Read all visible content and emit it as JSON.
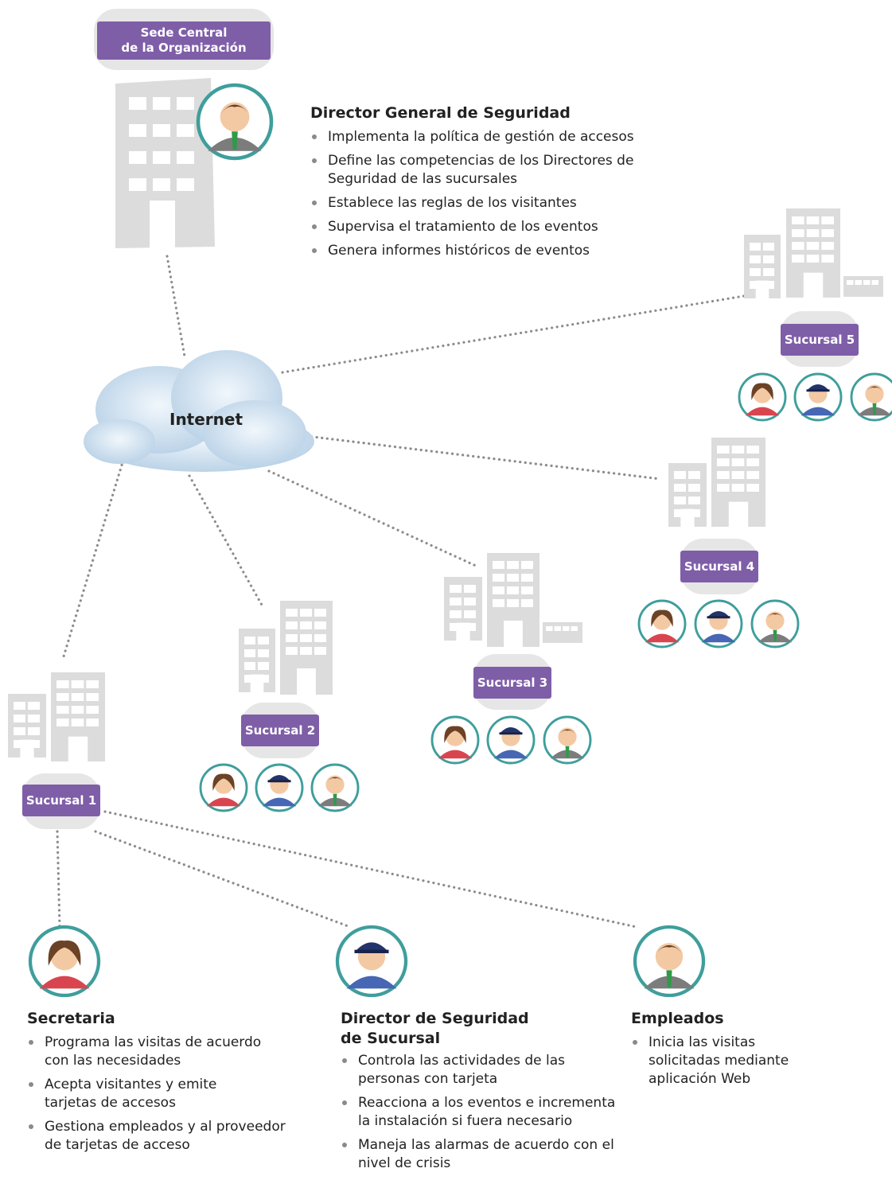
{
  "hq": {
    "label_line1": "Sede Central",
    "label_line2": "de la Organización"
  },
  "cloud": {
    "label": "Internet"
  },
  "branches": [
    {
      "label": "Sucursal 1"
    },
    {
      "label": "Sucursal 2"
    },
    {
      "label": "Sucursal 3"
    },
    {
      "label": "Sucursal 4"
    },
    {
      "label": "Sucursal 5"
    }
  ],
  "director_general": {
    "title": "Director General de Seguridad",
    "items": [
      "Implementa la política de gestión de accesos",
      "Define las competencias de los Directores de Seguridad de las sucursales",
      "Establece las reglas de los visitantes",
      "Supervisa el tratamiento de los eventos",
      "Genera informes históricos de eventos"
    ]
  },
  "secretaria": {
    "title": "Secretaria",
    "items": [
      "Programa las visitas de acuerdo con las necesidades",
      "Acepta visitantes y emite tarjetas de accesos",
      "Gestiona empleados y al proveedor de tarjetas de acceso"
    ]
  },
  "director_sucursal": {
    "title_line1": "Director de Seguridad",
    "title_line2": "de Sucursal",
    "items": [
      "Controla las actividades de las personas con tarjeta",
      "Reacciona a los eventos e incrementa la instalación si fuera necesario",
      "Maneja las alarmas de acuerdo con el nivel de crisis"
    ]
  },
  "empleados": {
    "title": "Empleados",
    "items": [
      "Inicia las visitas solicitadas mediante aplicación Web"
    ]
  },
  "colors": {
    "label_purple": "#7f5ea8",
    "building_gray": "#dcdcdc",
    "link_dot_gray": "#8c8c8c",
    "avatar_ring": "#3f9e9c"
  }
}
